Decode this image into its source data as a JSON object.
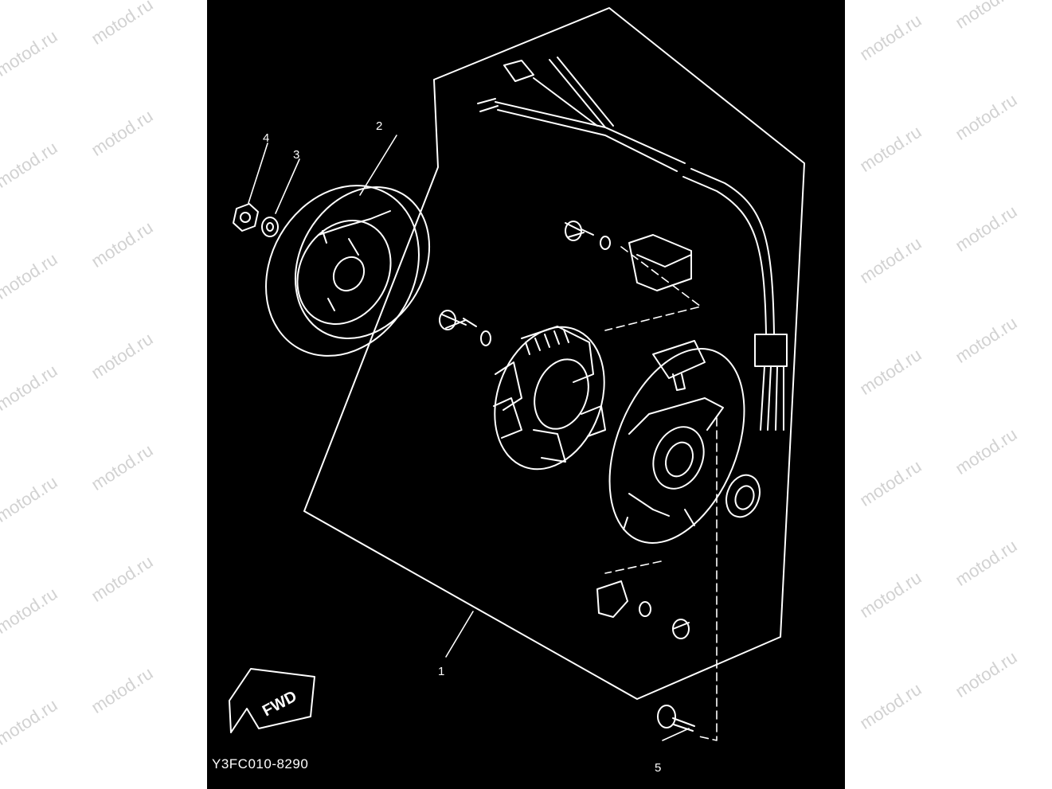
{
  "diagram": {
    "drawing_code": "Y3FC010-8290",
    "direction_label": "FWD",
    "watermark_text": "motod.ru",
    "callouts": [
      {
        "id": "1",
        "part": "stator-assembly"
      },
      {
        "id": "2",
        "part": "rotor-flywheel"
      },
      {
        "id": "3",
        "part": "washer"
      },
      {
        "id": "4",
        "part": "nut"
      },
      {
        "id": "5",
        "part": "screw"
      }
    ]
  },
  "colors": {
    "background": "#000000",
    "linework": "#ffffff",
    "watermark": "#d2d2d2",
    "page": "#ffffff"
  }
}
